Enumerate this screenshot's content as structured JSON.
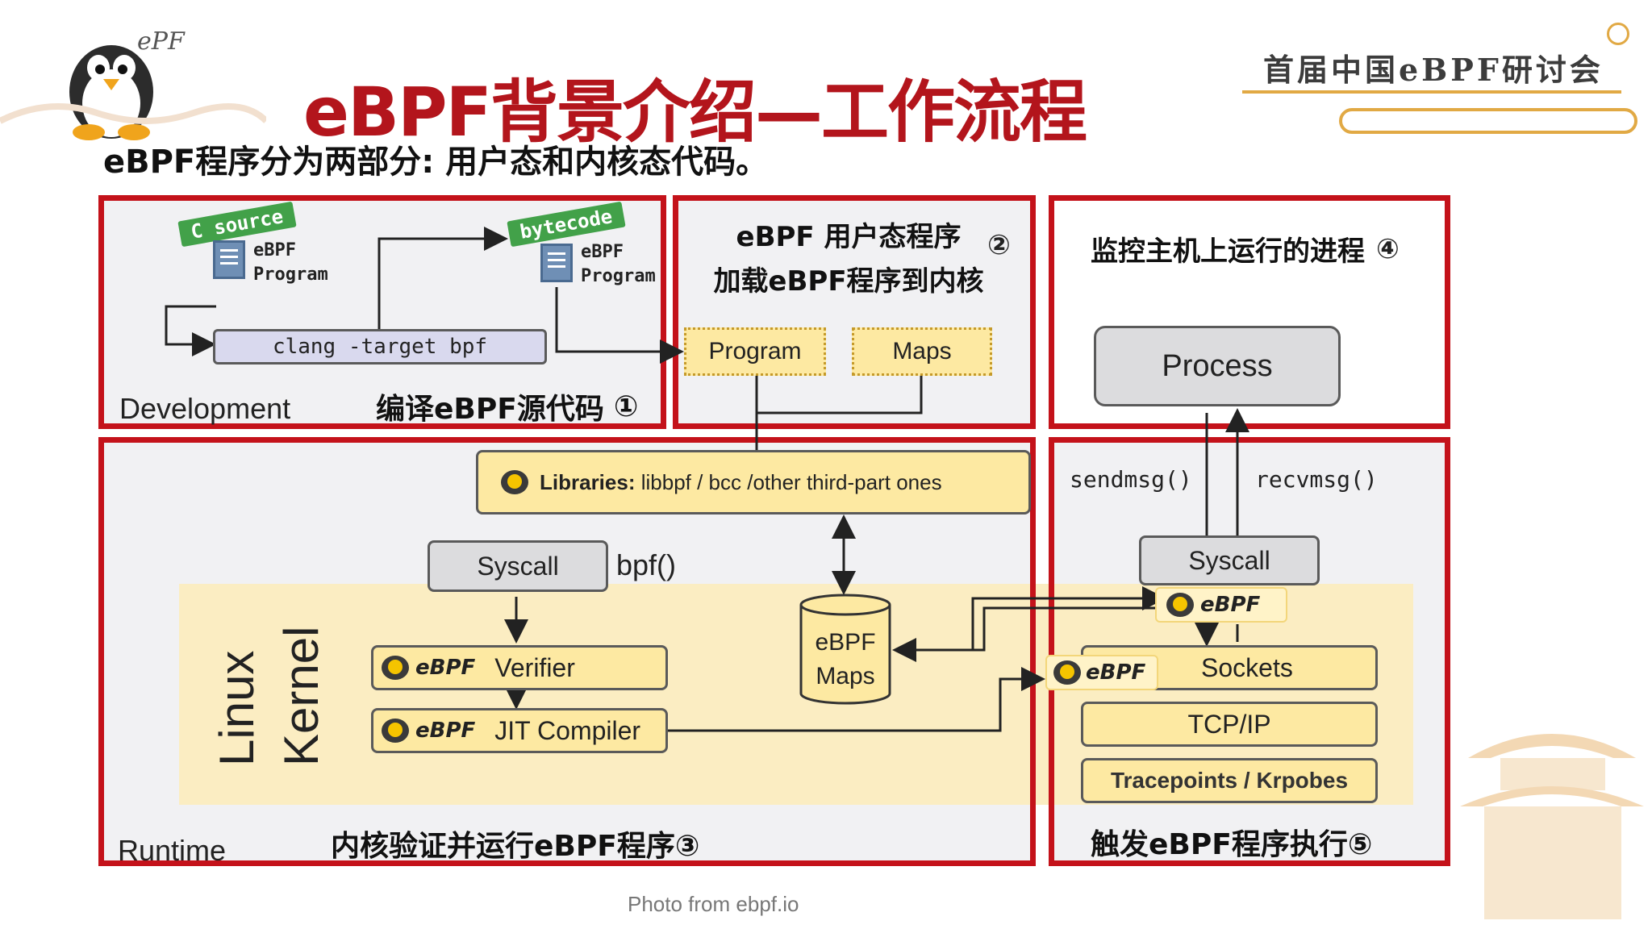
{
  "title": "eBPF背景介绍—工作流程",
  "subtitle": "eBPF程序分为两部分: 用户态和内核态代码。",
  "conference": "首届中国eBPF研讨会",
  "logo_text": "ePF",
  "development": {
    "label": "Development",
    "step": "编译eBPF源代码",
    "step_num": "①",
    "c_source_tag": "C source",
    "program_label_1": "eBPF",
    "program_label_2": "Program",
    "bytecode_tag": "bytecode",
    "bytecode_label_1": "eBPF",
    "bytecode_label_2": "Program",
    "compiler": "clang -target bpf"
  },
  "userspace": {
    "line1": "eBPF 用户态程序",
    "line2": "加载eBPF程序到内核",
    "step_num": "②",
    "program": "Program",
    "maps": "Maps"
  },
  "monitor": {
    "label": "监控主机上运行的进程",
    "step_num": "④",
    "process": "Process"
  },
  "runtime": {
    "label": "Runtime",
    "step": "内核验证并运行eBPF程序③",
    "libraries_bold": "Libraries:",
    "libraries_rest": " libbpf / bcc /other third-part ones",
    "syscall": "Syscall",
    "bpf_call": "bpf()",
    "linux": "Linux",
    "kernel": "Kernel",
    "ebpf_tag": "eBPF",
    "verifier": "Verifier",
    "jit": "JIT Compiler",
    "maps_line1": "eBPF",
    "maps_line2": "Maps"
  },
  "trigger": {
    "sendmsg": "sendmsg()",
    "recvmsg": "recvmsg()",
    "syscall": "Syscall",
    "ebpf_tag": "eBPF",
    "sockets": "Sockets",
    "tcpip": "TCP/IP",
    "tracepoints": "Tracepoints / Krpobes",
    "step": "触发eBPF程序执行⑤"
  },
  "credit": "Photo from ebpf.io",
  "colors": {
    "accent_red": "#c4121a",
    "title_red": "#b3151c",
    "gold": "#e1a944",
    "yellow_box": "#fde9a2",
    "kernel_bg": "#fbedc2"
  }
}
